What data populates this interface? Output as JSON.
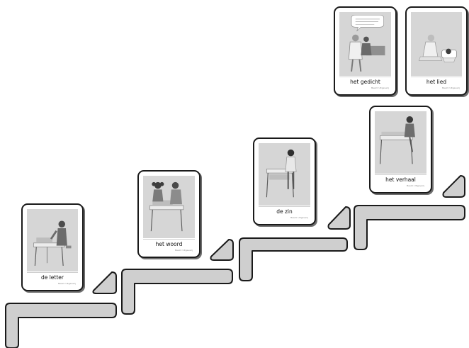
{
  "colors": {
    "step_fill": "#cfcfcf",
    "step_stroke": "#1a1a1a",
    "photo_bg": "#d6d6d6",
    "card_border": "#1a1a1a"
  },
  "cards": [
    {
      "id": "letter",
      "label": "de letter",
      "credit": "Beeld: Uitgeverij"
    },
    {
      "id": "woord",
      "label": "het woord",
      "credit": "Beeld: Uitgeverij"
    },
    {
      "id": "zin",
      "label": "de zin",
      "credit": "Beeld: Uitgeverij"
    },
    {
      "id": "verhaal",
      "label": "het verhaal",
      "credit": "Beeld: Uitgeverij"
    },
    {
      "id": "gedicht",
      "label": "het gedicht",
      "credit": "Beeld: Uitgeverij"
    },
    {
      "id": "lied",
      "label": "het lied",
      "credit": "Beeld: Uitgeverij"
    }
  ]
}
